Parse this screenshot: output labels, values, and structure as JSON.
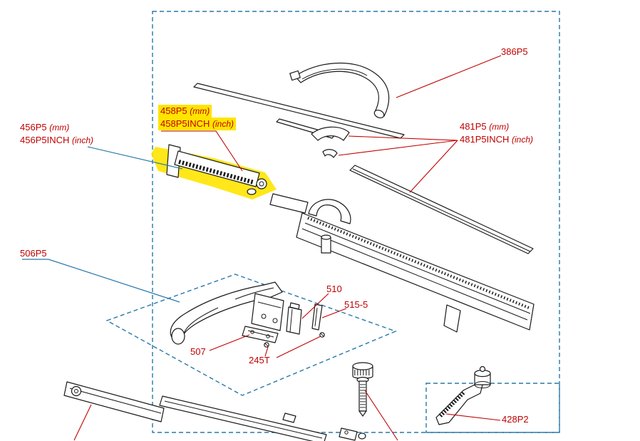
{
  "colors": {
    "label_red": "#c00000",
    "leader_blue": "#2878a8",
    "dashed_box_blue": "#2878a8",
    "highlight_yellow": "#ffe400",
    "ink_black": "#1a1a1a"
  },
  "selection": {
    "highlighted_part_labels": [
      "458P5 (mm)",
      "458P5INCH (inch)"
    ]
  },
  "labels": {
    "p386": {
      "id": "386P5"
    },
    "p458_mm": {
      "id": "458P5",
      "unit": "(mm)"
    },
    "p458_in": {
      "id": "458P5INCH",
      "unit": "(inch)"
    },
    "p456_mm": {
      "id": "456P5",
      "unit": "(mm)"
    },
    "p456_in": {
      "id": "456P5INCH",
      "unit": "(inch)"
    },
    "p481_mm": {
      "id": "481P5",
      "unit": "(mm)"
    },
    "p481_in": {
      "id": "481P5INCH",
      "unit": "(inch)"
    },
    "p506": {
      "id": "506P5"
    },
    "p510": {
      "id": "510"
    },
    "p515": {
      "id": "515-5"
    },
    "p507": {
      "id": "507"
    },
    "p245": {
      "id": "245T"
    },
    "p428": {
      "id": "428P2"
    }
  }
}
